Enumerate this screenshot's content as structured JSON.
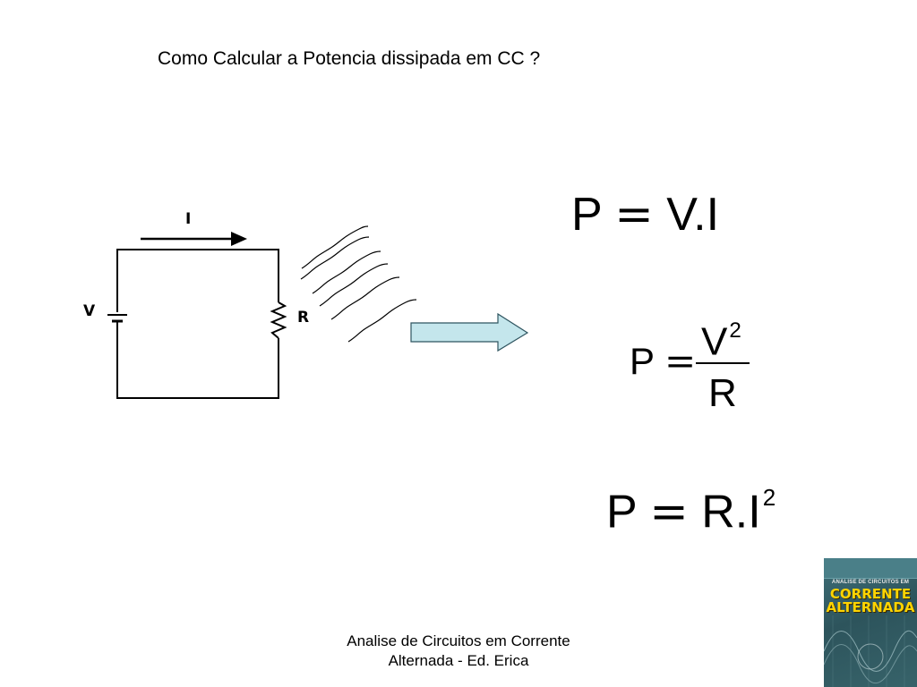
{
  "title": "Como Calcular a Potencia dissipada em CC ?",
  "diagram": {
    "current_label": "I",
    "voltage_label": "V",
    "resistor_label": "R"
  },
  "equations": {
    "eq1": {
      "lhs": "P",
      "op": "=",
      "rhs": "V.I"
    },
    "eq2": {
      "lhs": "P",
      "op": "=",
      "numerator": "V",
      "numerator_exp": "2",
      "denominator": "R"
    },
    "eq3": {
      "lhs": "P",
      "op": "=",
      "rhs": "R.I",
      "rhs_exp": "2"
    }
  },
  "footer": {
    "line1": "Analise de Circuitos em Corrente",
    "line2": "Alternada - Ed. Erica"
  },
  "book_cover": {
    "subtitle": "ANALISE DE CIRCUITOS EM",
    "title_line1": "CORRENTE",
    "title_line2": "ALTERNADA"
  },
  "colors": {
    "arrow_fill": "#c4e6ec",
    "arrow_stroke": "#2f5560",
    "book_title": "#ffd400"
  }
}
